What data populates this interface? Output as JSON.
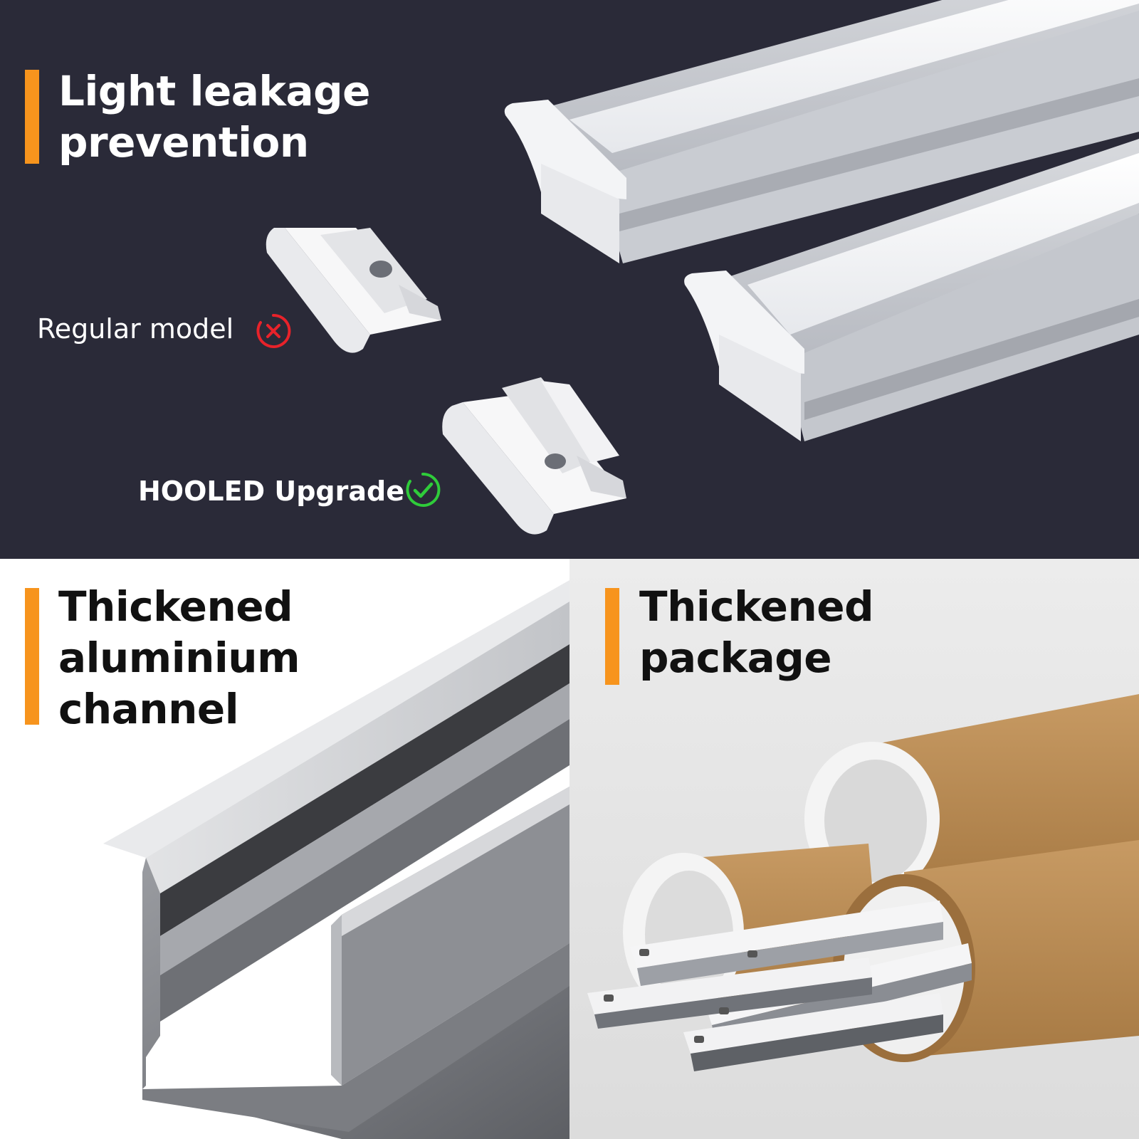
{
  "panels": {
    "top": {
      "heading_lines": [
        "Light leakage",
        "prevention"
      ],
      "regular_label": "Regular model",
      "upgrade_label": "HOOLED Upgrade",
      "regular_icon": "cross-circle-icon",
      "upgrade_icon": "check-circle-icon"
    },
    "bottom_left": {
      "heading_lines": [
        "Thickened",
        "aluminium",
        "channel"
      ]
    },
    "bottom_right": {
      "heading_lines": [
        "Thickened",
        "package"
      ]
    }
  },
  "colors": {
    "accent": "#f7941d",
    "dark_bg": "#2a2a38",
    "cross": "#e8222a",
    "check": "#2fcc3a"
  }
}
